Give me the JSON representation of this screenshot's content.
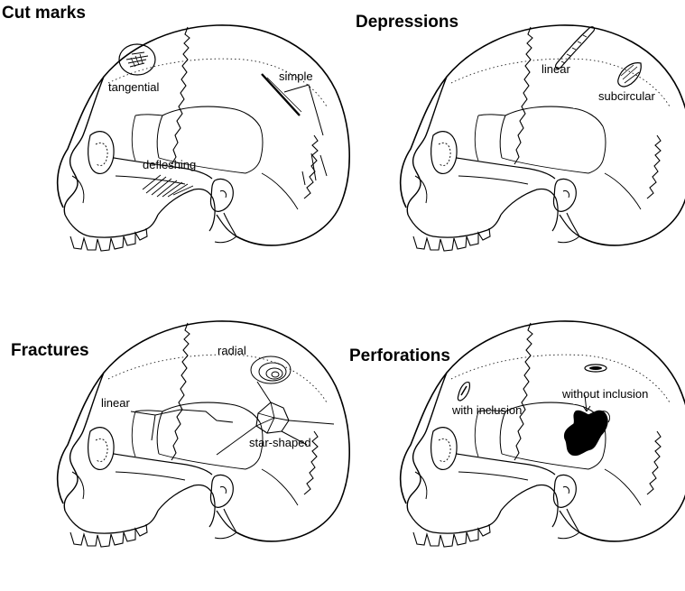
{
  "panels": {
    "cut_marks": {
      "title": "Cut marks",
      "labels": {
        "tangential": "tangential",
        "simple": "simple",
        "defleshing": "defleshing"
      }
    },
    "depressions": {
      "title": "Depressions",
      "labels": {
        "linear": "linear",
        "subcircular": "subcircular"
      }
    },
    "fractures": {
      "title": "Fractures",
      "labels": {
        "radial": "radial",
        "linear": "linear",
        "star_shaped": "star-shaped"
      }
    },
    "perforations": {
      "title": "Perforations",
      "labels": {
        "with_inclusion": "with inclusion",
        "without_inclusion": "without inclusion"
      }
    }
  },
  "colors": {
    "line": "#000000",
    "background": "#ffffff",
    "lesion_fill": "#000000"
  }
}
